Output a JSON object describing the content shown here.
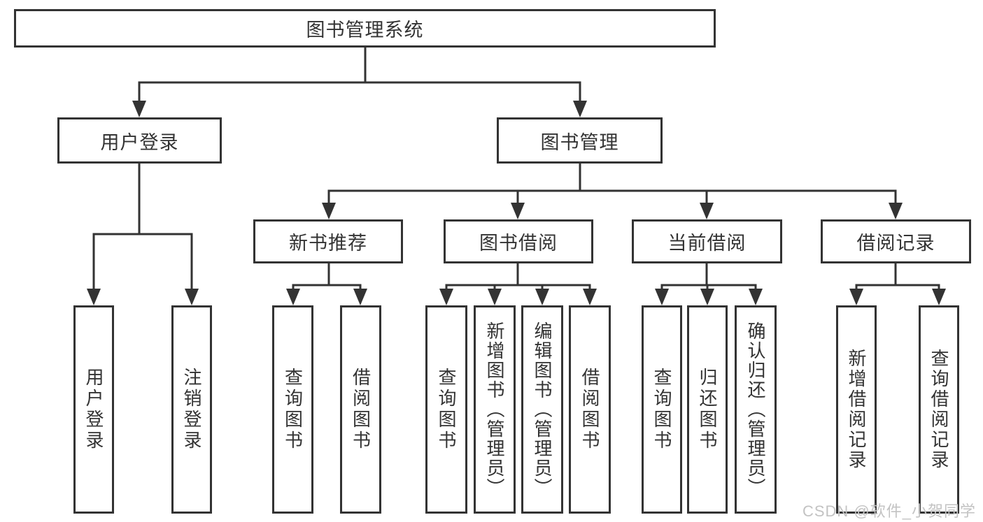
{
  "diagram": {
    "title": "图书管理系统",
    "branches": [
      {
        "label": "用户登录",
        "leaves": [
          "用户登录",
          "注销登录"
        ]
      },
      {
        "label": "图书管理",
        "groups": [
          {
            "label": "新书推荐",
            "leaves": [
              "查询图书",
              "借阅图书"
            ]
          },
          {
            "label": "图书借阅",
            "leaves": [
              "查询图书",
              "新增图书（管理员）",
              "编辑图书（管理员）",
              "借阅图书"
            ]
          },
          {
            "label": "当前借阅",
            "leaves": [
              "查询图书",
              "归还图书",
              "确认归还（管理员）"
            ]
          },
          {
            "label": "借阅记录",
            "leaves": [
              "新增借阅记录",
              "查询借阅记录"
            ]
          }
        ]
      }
    ]
  },
  "watermark": {
    "text": "CSDN @软件_小贺同学"
  },
  "colors": {
    "line": "#333333",
    "text": "#333333",
    "watermark": "#c3c3c3",
    "bg": "#ffffff"
  }
}
